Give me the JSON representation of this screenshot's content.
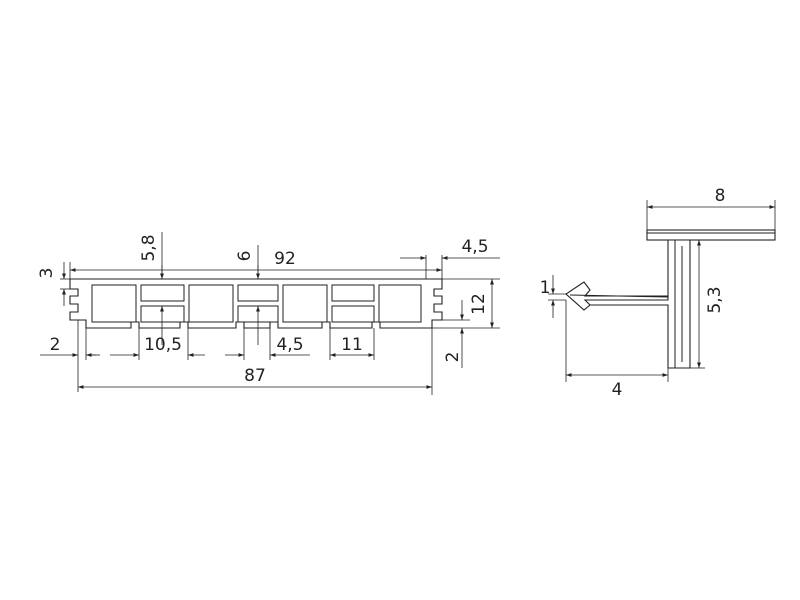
{
  "left_profile": {
    "dimensions": {
      "overall_width": "92",
      "base_width": "87",
      "top_skin": "3",
      "height": "12",
      "web_height_a": "5,8",
      "web_height_b": "6",
      "end_offset": "4,5",
      "left_flange": "2",
      "chamber": "10,5",
      "slot": "4,5",
      "gap": "11",
      "right_flange": "2"
    }
  },
  "right_profile": {
    "dimensions": {
      "cap_width": "8",
      "stem_height": "5,3",
      "barb_thickness": "1",
      "barb_reach": "4"
    }
  }
}
